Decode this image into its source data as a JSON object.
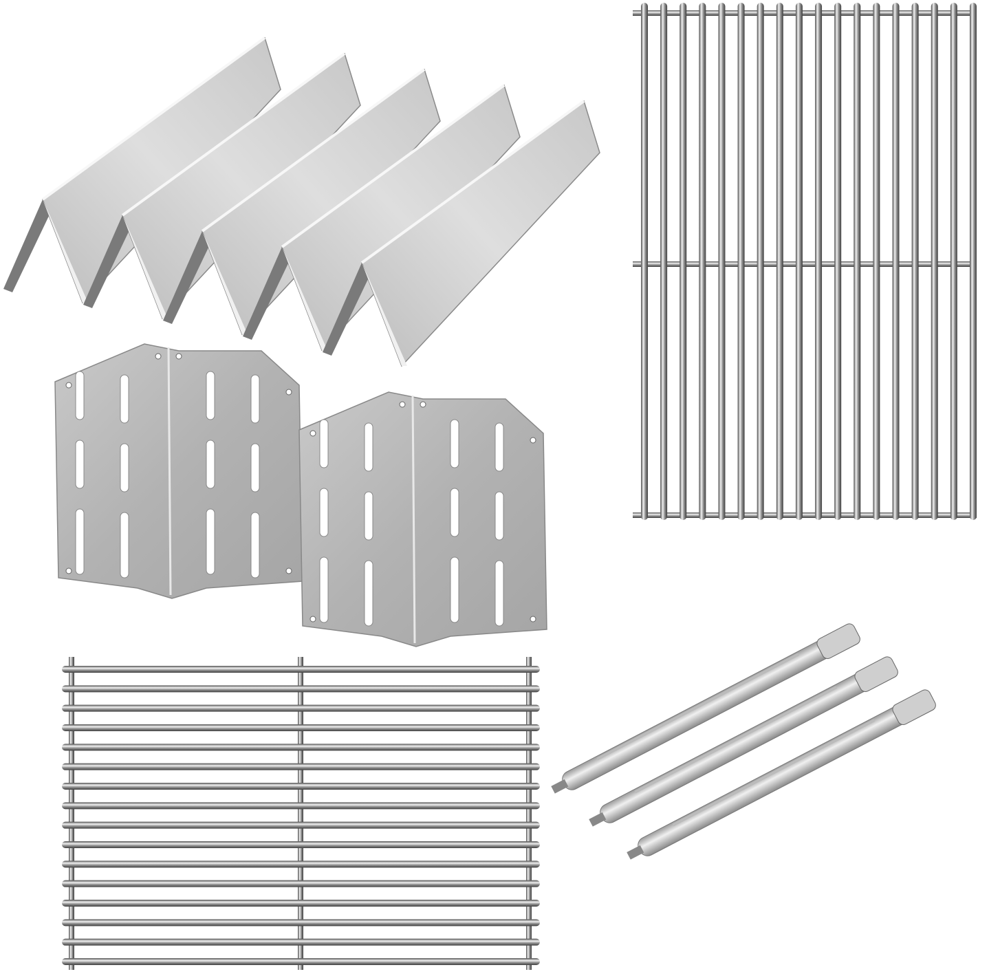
{
  "background": "#ffffff",
  "colors": {
    "steel_light": "#d9d9d9",
    "steel_mid": "#b4b4b4",
    "steel_dark": "#6e6e6e",
    "rod_highlight": "#f4f4f4",
    "rod_shadow": "#5a5a5a"
  },
  "items": [
    {
      "kind": "flavorizer-bars",
      "count": 5
    },
    {
      "kind": "heat-deflector-plates",
      "count": 2
    },
    {
      "kind": "cooking-grate-vertical",
      "rods": 18
    },
    {
      "kind": "cooking-grate-horizontal",
      "rods": 16
    },
    {
      "kind": "burner-tubes",
      "count": 3
    }
  ]
}
